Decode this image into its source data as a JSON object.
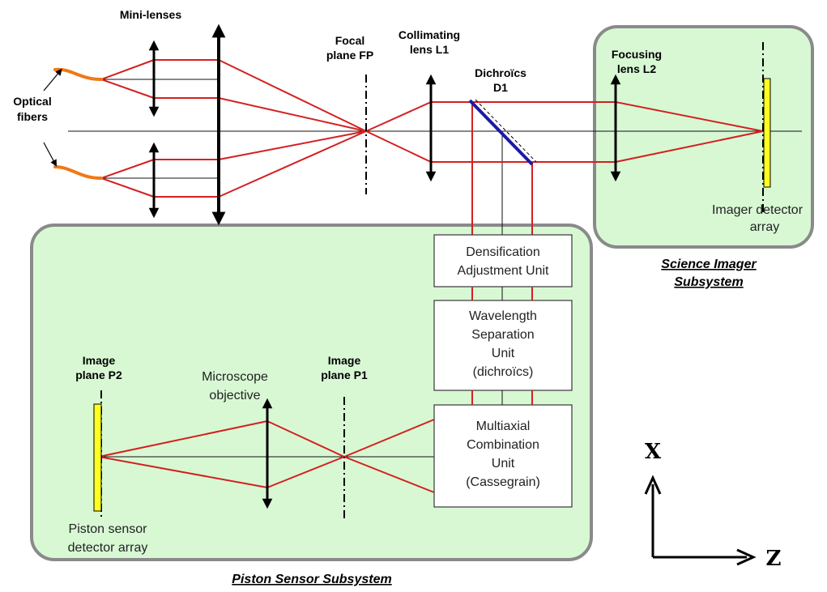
{
  "labels": {
    "mini_lenses": "Mini-lenses",
    "optical_fibers": [
      "Optical",
      "fibers"
    ],
    "focal_plane": [
      "Focal",
      "plane FP"
    ],
    "collimating_lens": [
      "Collimating",
      "lens L1"
    ],
    "dichroics": [
      "Dichroïcs",
      "D1"
    ],
    "focusing_lens": [
      "Focusing",
      "lens L2"
    ],
    "imager_detector": [
      "Imager detector",
      "array"
    ],
    "science_subsystem": [
      "Science Imager",
      "Subsystem"
    ],
    "densification": [
      "Densification",
      "Adjustment Unit"
    ],
    "wavelength": [
      "Wavelength",
      "Separation",
      "Unit",
      "(dichroïcs)"
    ],
    "multiaxial": [
      "Multiaxial",
      "Combination",
      "Unit",
      "(Cassegrain)"
    ],
    "image_plane_p2": [
      "Image",
      "plane P2"
    ],
    "image_plane_p1": [
      "Image",
      "plane P1"
    ],
    "microscope": [
      "Microscope",
      "objective"
    ],
    "piston_detector": [
      "Piston sensor",
      "detector array"
    ],
    "piston_subsystem": "Piston Sensor Subsystem",
    "axis_x": "X",
    "axis_z": "Z"
  },
  "colors": {
    "beam": "#d42020",
    "panel_fill": "#d8f8d4",
    "panel_stroke": "#8a8a8a",
    "detector": "#ffff22",
    "fiber": "#f07818",
    "dichroic": "#1a1aa8"
  }
}
